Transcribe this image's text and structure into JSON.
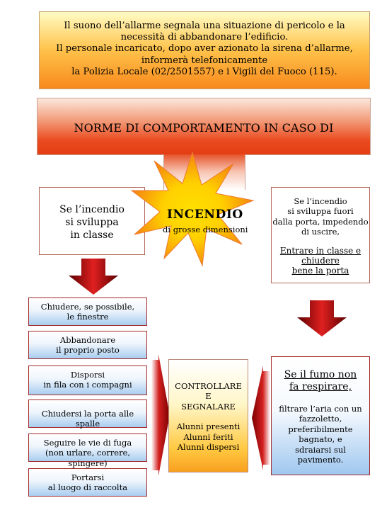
{
  "alarm_notice": {
    "lines": [
      "Il suono dell’allarme segnala una situazione di pericolo e la",
      "necessità di abbandonare l’edificio.",
      "Il personale incaricato, dopo aver azionato la sirena d’allarme,",
      "informerà telefonicamente",
      "la Polizia Locale (02/2501557) e i Vigili del Fuoco (115)."
    ]
  },
  "header": {
    "title": "NORME DI COMPORTAMENTO IN CASO DI"
  },
  "burst": {
    "title": "INCENDIO",
    "subtitle": "di grosse dimensioni"
  },
  "left_case": {
    "lines": [
      "Se l’incendio",
      "si sviluppa",
      "in classe"
    ]
  },
  "right_case": {
    "lines": [
      "Se l’incendio",
      "si sviluppa fuori",
      "dalla porta,  impedendo",
      "di uscire,"
    ],
    "action_lines": [
      "Entrare in classe e",
      "chiudere",
      "bene la porta"
    ]
  },
  "steps": [
    {
      "lines": [
        "Chiudere, se possibile,",
        "le finestre"
      ]
    },
    {
      "lines": [
        "Abbandonare",
        "il proprio posto"
      ]
    },
    {
      "lines": [
        "Disporsi",
        "in fila con i compagni"
      ]
    },
    {
      "lines": [
        "Chiudersi la porta alle spalle"
      ]
    },
    {
      "lines": [
        "Seguire le vie di fuga",
        "(non urlare, correre, spingere)"
      ]
    },
    {
      "lines": [
        "Portarsi",
        "al luogo di raccolta"
      ]
    }
  ],
  "control_box": {
    "heading_lines": [
      "CONTROLLARE",
      "E",
      "SEGNALARE"
    ],
    "items": [
      "Alunni presenti",
      "Alunni feriti",
      "Alunni dispersi"
    ]
  },
  "smoke_case": {
    "heading_lines": [
      "Se il fumo non",
      "fa respirare,"
    ],
    "body_lines": [
      "filtrare l’aria con un",
      "fazzoletto,",
      "preferibilmente",
      "bagnato, e",
      "sdraiarsi sul",
      "pavimento."
    ]
  },
  "colors": {
    "arrow_dark": "#7a0000",
    "arrow_light": "#e02020",
    "burst_yellow": "#ffe000",
    "burst_orange": "#f27a12",
    "box_border": "#a52a2a"
  }
}
